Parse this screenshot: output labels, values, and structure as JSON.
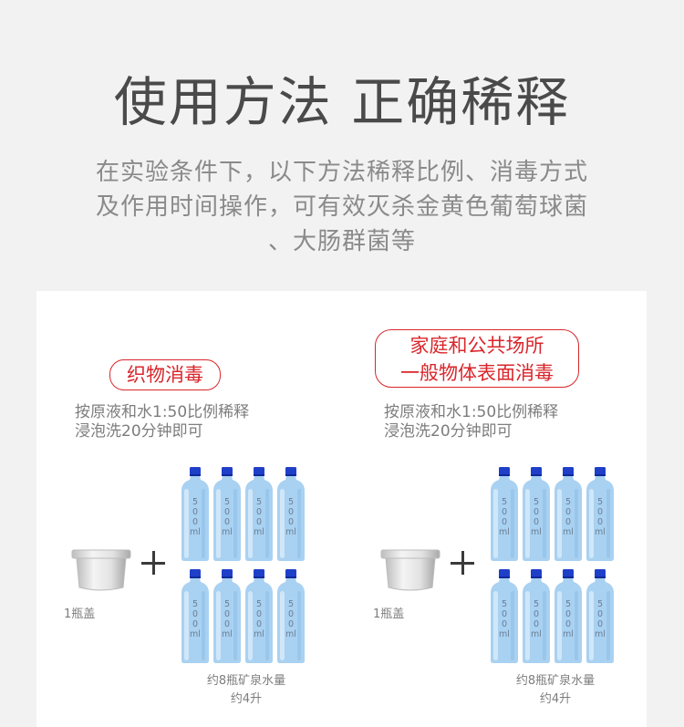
{
  "header": {
    "title": "使用方法 正确稀释",
    "subtitle_line1": "在实验条件下，以下方法稀释比例、消毒方式",
    "subtitle_line2": "及作用时间操作，可有效灭杀金黄色葡萄球菌",
    "subtitle_line3": "、大肠群菌等"
  },
  "sections": [
    {
      "badge_line1": "织物消毒",
      "instruction_line1": "按原液和水1:50比例稀释",
      "instruction_line2": "浸泡洗20分钟即可",
      "cap_label": "1瓶盖",
      "water_line1": "约8瓶矿泉水量",
      "water_line2": "约4升"
    },
    {
      "badge_line1": "家庭和公共场所",
      "badge_line2": "一般物体表面消毒",
      "instruction_line1": "按原液和水1:50比例稀释",
      "instruction_line2": "浸泡洗20分钟即可",
      "cap_label": "1瓶盖",
      "water_line1": "约8瓶矿泉水量",
      "water_line2": "约4升"
    }
  ],
  "bottle_label": {
    "d1": "5",
    "d2": "0",
    "d3": "0",
    "unit": "ml"
  },
  "colors": {
    "accent": "#d9262b",
    "bottle_cap": "#1f3fc9",
    "bottle_body": "#a9d1f1"
  }
}
